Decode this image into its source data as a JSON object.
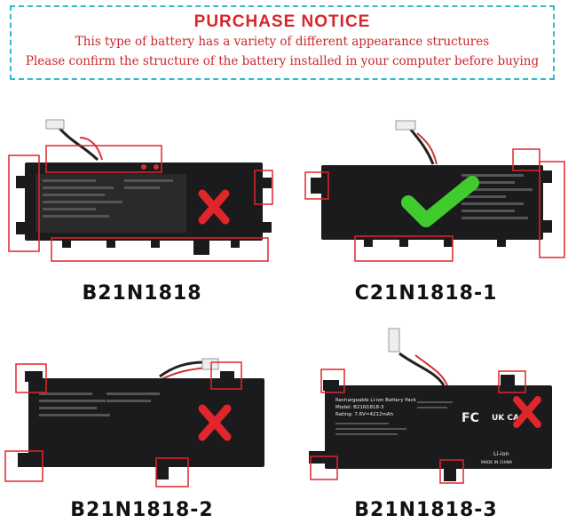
{
  "notice": {
    "title": "PURCHASE NOTICE",
    "line1": "This type of battery has a variety of different appearance structures",
    "line2": "Please confirm the structure of the battery installed in your computer before buying"
  },
  "batteries": [
    {
      "model": "B21N1818",
      "status": "incorrect",
      "mark_icon": "red-x-icon"
    },
    {
      "model": "C21N1818-1",
      "status": "correct",
      "mark_icon": "green-check-icon"
    },
    {
      "model": "B21N1818-2",
      "status": "incorrect",
      "mark_icon": "red-x-icon"
    },
    {
      "model": "B21N1818-3",
      "status": "incorrect",
      "mark_icon": "red-x-icon",
      "label_text": [
        "Rechargeable Li-ion Battery Pack",
        "Model: B21N1818-3",
        "Rating: 7.6V=4212mAh"
      ],
      "cert_marks": [
        "FC",
        "UK CA",
        "Li-ion"
      ],
      "made_in": "MADE IN CHINA"
    }
  ],
  "colors": {
    "accent_red": "#d8252b",
    "dashed_border": "#33b9c9",
    "highlight_box": "#e0262b",
    "battery_body": "#1b1b1d",
    "check_green": "#3fcc2c"
  }
}
